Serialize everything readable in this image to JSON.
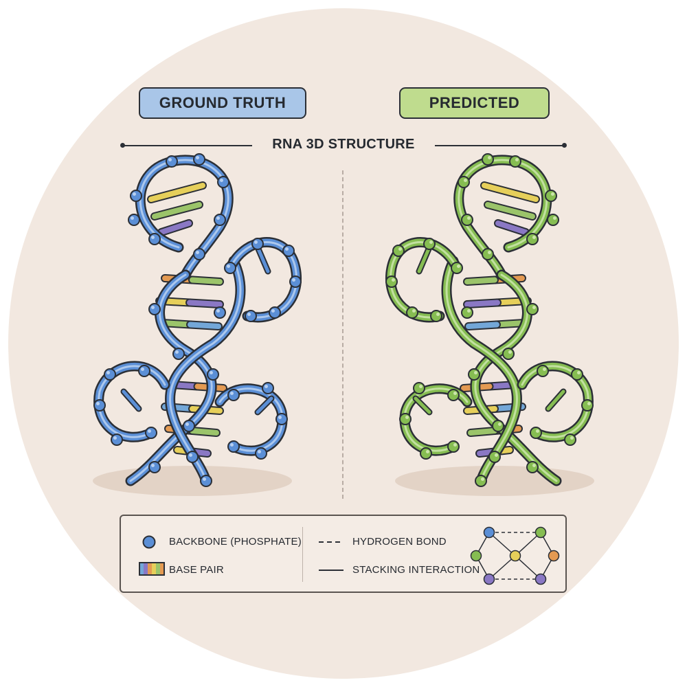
{
  "labels": {
    "ground_truth": "GROUND TRUTH",
    "predicted": "PREDICTED",
    "title": "RNA 3D STRUCTURE"
  },
  "legend": {
    "backbone": "BACKBONE (PHOSPHATE)",
    "base_pair": "BASE PAIR",
    "hydrogen_bond": "HYDROGEN BOND",
    "stacking": "STACKING INTERACTION"
  },
  "colors": {
    "ground_truth_backbone": "#5b8fd6",
    "predicted_backbone": "#86bd52",
    "outline": "#2b2f36",
    "base_pair": [
      "#e49a52",
      "#e6cf5a",
      "#9bc46a",
      "#8a78c4",
      "#73a7d8"
    ]
  }
}
